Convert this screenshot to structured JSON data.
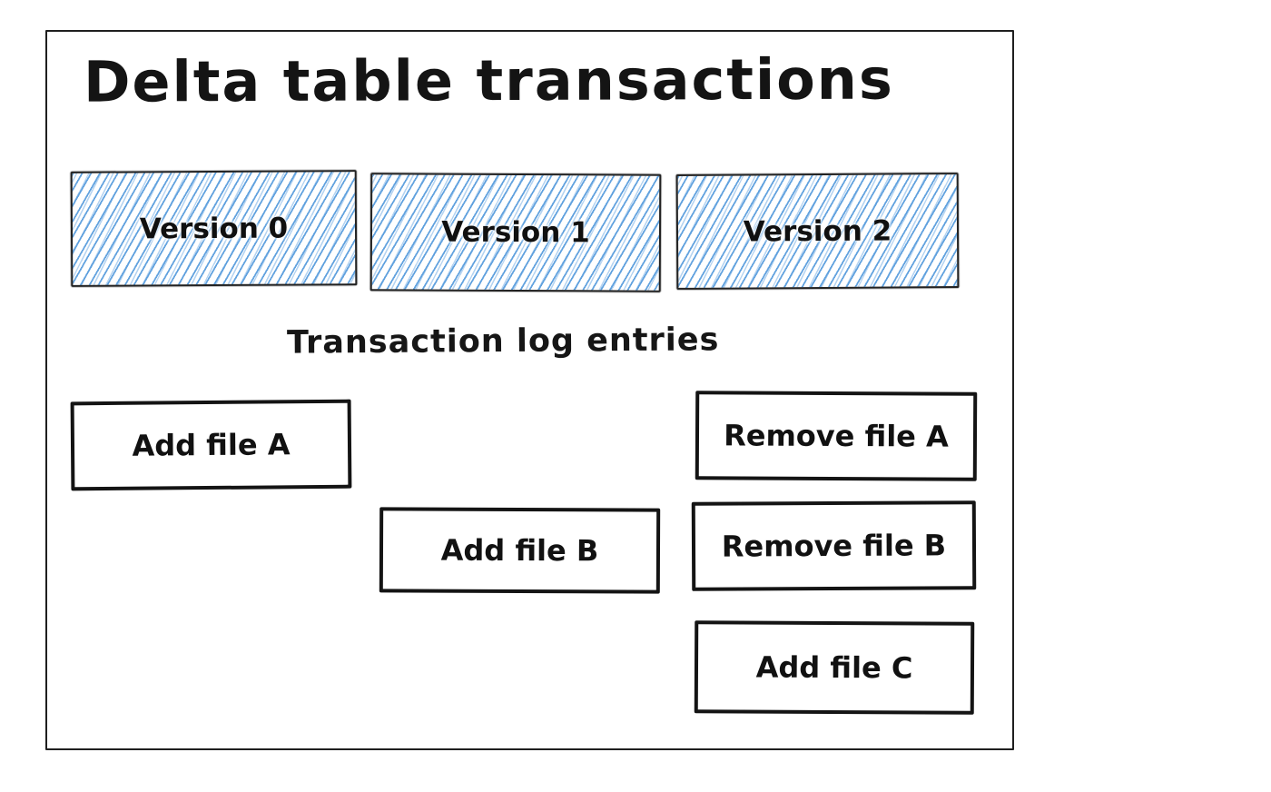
{
  "diagram": {
    "title": "Delta table transactions",
    "subtitle": "Transaction log entries",
    "versions": [
      {
        "label": "Version 0"
      },
      {
        "label": "Version 1"
      },
      {
        "label": "Version 2"
      }
    ],
    "log_entries": [
      {
        "label": "Add file A"
      },
      {
        "label": "Remove file A"
      },
      {
        "label": "Add file B"
      },
      {
        "label": "Remove file B"
      },
      {
        "label": "Add file C"
      }
    ],
    "colors": {
      "ink": "#1b1b1b",
      "hatch_blue": "#5b9edd",
      "background": "#ffffff"
    }
  }
}
